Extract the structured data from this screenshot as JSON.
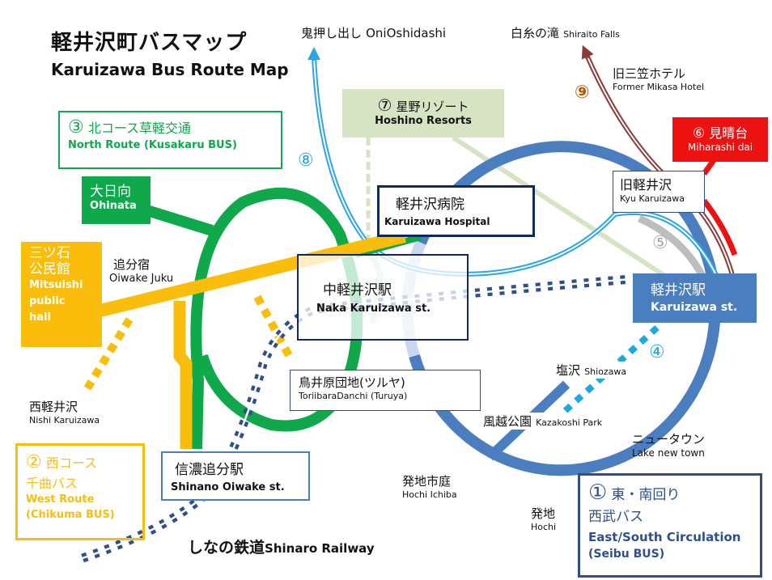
{
  "title": {
    "ja": "軽井沢町バスマップ",
    "en": "Karuizawa Bus Route Map"
  },
  "colors": {
    "route1": "#4a7ebf",
    "route2": "#fbbd0b",
    "route3": "#0fa84a",
    "route4": "#1ea8e0",
    "route5": "#bdbdbd",
    "route6": "#ee1111",
    "route7": "#d6e4c3",
    "route8": "#2aa6e6",
    "route9": "#8b3a3a",
    "railway": "#2e4f8a"
  },
  "routes": {
    "r1": {
      "num": "①",
      "ja1": "東・南回り",
      "ja2": "西武バス",
      "en1": "East/South Circulation",
      "en2": "(Seibu BUS)"
    },
    "r2": {
      "num": "②",
      "ja1": "西コース",
      "ja2": "千曲バス",
      "en1": "West Route",
      "en2": "(Chikuma BUS)"
    },
    "r3": {
      "num": "③",
      "ja": "北コース草軽交通",
      "en": "North Route  (Kusakaru BUS)"
    },
    "r4": {
      "num": "④"
    },
    "r5": {
      "num": "⑤"
    },
    "r6": {
      "num": "⑥",
      "ja": "見晴台",
      "en": "Miharashi dai"
    },
    "r7": {
      "num": "⑦",
      "ja": "星野リゾート",
      "en": "Hoshino Resorts"
    },
    "r8": {
      "num": "⑧"
    },
    "r9": {
      "num": "⑨"
    }
  },
  "places": {
    "onioshidashi": {
      "ja": "鬼押し出し",
      "en": "OniOshidashi"
    },
    "shiraito": {
      "ja": "白糸の滝",
      "en": "Shiraito Falls"
    },
    "mikasa": {
      "ja": "旧三笠ホテル",
      "en": "Former  Mikasa Hotel"
    },
    "kyu": {
      "ja": "旧軽井沢",
      "en": "Kyu Karuizawa"
    },
    "karuizawa_st": {
      "ja": "軽井沢駅",
      "en": "Karuizawa  st."
    },
    "hospital": {
      "ja": "軽井沢病院",
      "en": "Karuizawa Hospital"
    },
    "naka": {
      "ja": "中軽井沢駅",
      "en": "Naka Karuizawa st."
    },
    "ohinata": {
      "ja": "大日向",
      "en": "Ohinata"
    },
    "mitsuishi": {
      "ja1": "三ツ石",
      "ja2": "公民館",
      "en1": "Mitsuishi",
      "en2": "public",
      "en3": "hall"
    },
    "oiwake": {
      "ja": "追分宿",
      "en": "Oiwake Juku"
    },
    "nishi": {
      "ja": "西軽井沢",
      "en": "Nishi Karuizawa"
    },
    "shinano": {
      "ja": "信濃追分駅",
      "en": "Shinano Oiwake st."
    },
    "toriibara": {
      "ja": "鳥井原団地(ツルヤ)",
      "en": "ToriibaraDanchi (Turuya)"
    },
    "shiozawa": {
      "ja": "塩沢",
      "en": "Shiozawa"
    },
    "kazakoshi": {
      "ja": "風越公園",
      "en": "Kazakoshi Park"
    },
    "newtown": {
      "ja": "ニュータウン",
      "en": "Lake new town"
    },
    "hochi_ichiba": {
      "ja": "発地市庭",
      "en": "Hochi Ichiba"
    },
    "hochi": {
      "ja": "発地",
      "en": "Hochi"
    },
    "railway": {
      "ja": "しなの鉄道",
      "en": "Shinaro Railway"
    }
  }
}
